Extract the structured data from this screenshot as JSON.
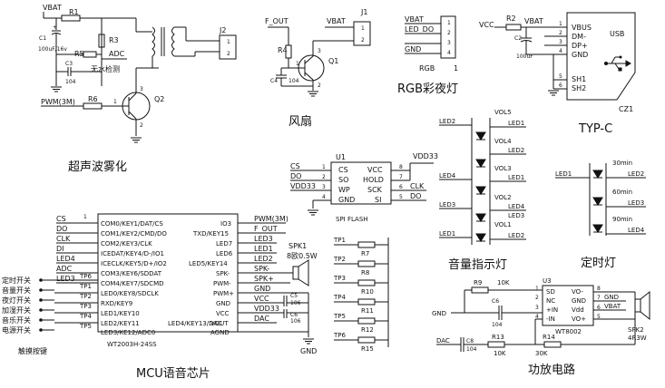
{
  "titles": {
    "ultrasonic": "超声波雾化",
    "fan": "风扇",
    "rgb": "RGB彩夜灯",
    "typec": "TYP-C",
    "mcu": "MCU语音芯片",
    "volume": "音量指示灯",
    "timer": "定时灯",
    "amp": "功放电路",
    "keys": "触摸按键",
    "flash": "SPI FLASH"
  },
  "ultrasonic": {
    "vbat": "VBAT",
    "r1": "R1",
    "c1": "C1",
    "c1_val": "100uF/16v",
    "r3": "R3",
    "r5": "R5",
    "adc": "ADC",
    "c3": "C3",
    "c3_val": "104",
    "nowater": "无水检测",
    "pwm": "PWM(3M)",
    "r6": "R6",
    "q2": "Q2",
    "q2_pin1": "1",
    "q2_pin2": "2",
    "q2_pin3": "3",
    "j2": "J2",
    "j2_p1": "1",
    "j2_p2": "2"
  },
  "fan": {
    "fout": "F_OUT",
    "r4": "R4",
    "c4": "C4",
    "c4_val": "104",
    "q1": "Q1",
    "vbat": "VBAT",
    "j1": "J1",
    "j1_p1": "1",
    "j1_p2": "2",
    "q1_pin1": "1",
    "q1_pin2": "2",
    "q1_pin3": "3"
  },
  "rgb": {
    "pins": [
      "VBAT",
      "LED_DO",
      "",
      "GND"
    ],
    "nums": [
      "1",
      "2",
      "3",
      "4"
    ],
    "label": "RGB",
    "label_num": "1"
  },
  "typec": {
    "vcc": "VCC",
    "r2": "R2",
    "vbat": "VBAT",
    "c2": "C2",
    "c2_val": "100uF",
    "pins": [
      "VBUS",
      "DM-",
      "DP+",
      "GND",
      "SH1",
      "SH2"
    ],
    "nums": [
      "1",
      "2",
      "3",
      "4",
      "5",
      "6"
    ],
    "usb": "USB",
    "ref": "CZ1"
  },
  "flash": {
    "u1": "U1",
    "vdd33": "VDD33",
    "left_nets": [
      "CS",
      "DO",
      "VDD33",
      ""
    ],
    "left_pins": [
      "CS",
      "SO",
      "WP",
      "GND"
    ],
    "left_nums": [
      "1",
      "2",
      "3",
      "4"
    ],
    "right_pins": [
      "VCC",
      "HOLD",
      "SCK",
      "SI"
    ],
    "right_nums": [
      "8",
      "7",
      "6",
      "5"
    ],
    "right_nets": [
      "",
      "",
      "CLK",
      "DO"
    ]
  },
  "mcu": {
    "left_nets": [
      "CS",
      "DO",
      "CLK",
      "DI",
      "LED4",
      "ADC",
      "LED3"
    ],
    "left_pins": [
      "COM0/KEY1/DAT/CS",
      "COM1/KEY2/CMD/DO",
      "COM2/KEY3/CLK",
      "ICEDAT/KEY4/D-/IO1",
      "ICECLK/KEY5/D+/IO2",
      "COM3/KEY6/SDDAT",
      "COM4/KEY7/SDCMD",
      "LED0/KEY8/SDCLK",
      "RXD/KEY9",
      "LED1/KEY10",
      "LED2/KEY11",
      "LED3/KE12/ADC0"
    ],
    "pin1": "1",
    "right_pins": [
      "IO3",
      "TXD/KEY15",
      "LED7",
      "LED6",
      "LED5/KEY14",
      "SPK-",
      "PWM-",
      "PWM+",
      "GND",
      "VCC",
      "VOUT",
      "LED4/KEY13/DAC",
      "AGND"
    ],
    "right_nets": [
      "PWM(3M)",
      "F_OUT",
      "LED3",
      "LED1",
      "LED2",
      "SPK-",
      "SPK+",
      "GND",
      "VCC",
      "VDD33",
      "DAC"
    ],
    "part": "WT2003H-24SS",
    "c5": "C5",
    "c5_val": "106",
    "c6": "C6",
    "c6_val": "106",
    "gnd": "GND",
    "spk1": "SPK1",
    "spk1_val": "8欧0.5W"
  },
  "keys": {
    "labels": [
      "定时开关",
      "音量开关",
      "夜灯开关",
      "加湿开关",
      "音乐开关",
      "电源开关"
    ],
    "tps": [
      "TP6",
      "TP1",
      "TP2",
      "TP3",
      "TP4",
      "TP5"
    ]
  },
  "touch": {
    "tps": [
      "TP1",
      "TP2",
      "TP3",
      "TP4",
      "TP5",
      "TP6"
    ],
    "rs": [
      "R7",
      "R8",
      "R10",
      "R11",
      "R12",
      "R15"
    ]
  },
  "volume": {
    "nets_left": [
      "LED2",
      "LED4",
      "LED3",
      "LED1"
    ],
    "leds": [
      "VOL5",
      "VOL4",
      "VOL3",
      "VOL2",
      "VOL1"
    ],
    "nets_right": [
      "LED1",
      "LED2",
      "LED1",
      "LED4",
      "LED3",
      "LED2"
    ]
  },
  "timer": {
    "led1": "LED1",
    "times": [
      "30min",
      "60min",
      "90min"
    ],
    "nets": [
      "LED2",
      "LED3",
      "LED4"
    ]
  },
  "amp": {
    "r9": "R9",
    "r9_val": "10K",
    "c6": "C6",
    "c6_val": "104",
    "gnd": "GND",
    "u3": "U3",
    "dac": "DAC",
    "c8": "C8",
    "c8_val": "104",
    "r13": "R13",
    "r13_val": "10K",
    "r14": "R14",
    "r14_val": "30K",
    "left_pins": [
      "SD",
      "NC",
      "+IN",
      "-IN"
    ],
    "left_nums": [
      "1",
      "2",
      "3",
      "4"
    ],
    "right_pins": [
      "VO-",
      "GND",
      "Vdd",
      "VO+"
    ],
    "right_nums": [
      "8",
      "7",
      "6",
      "5"
    ],
    "right_nets": [
      "",
      "GND",
      "VBAT",
      ""
    ],
    "part": "WT8002",
    "spk2": "SPK2",
    "spk2_val": "4R3W"
  }
}
